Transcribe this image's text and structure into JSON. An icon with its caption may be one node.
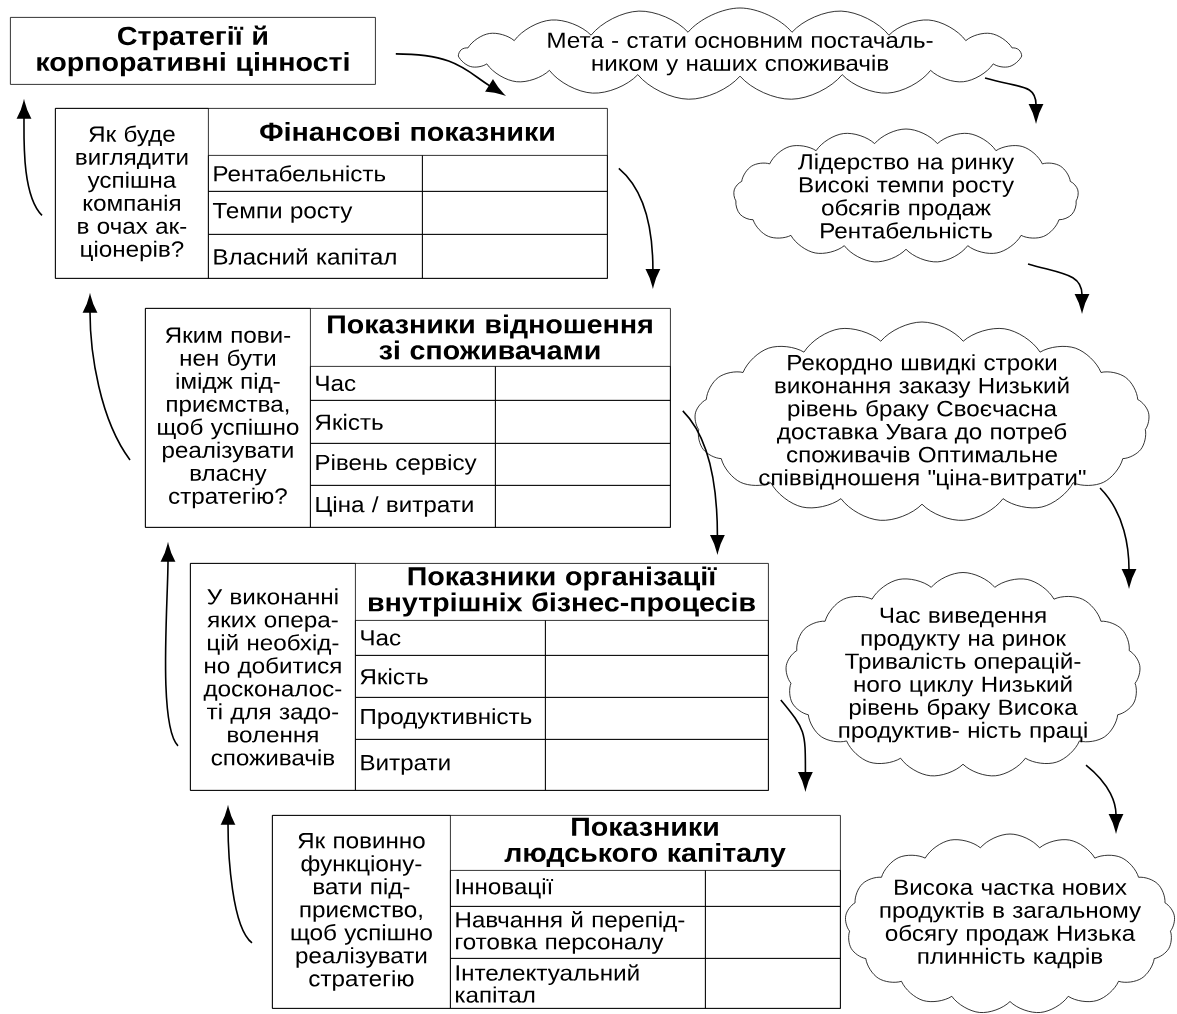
{
  "diagram": {
    "nodes": [
      {
        "text": [
          "Стратегії й корпоративні цінності"
        ]
      },
      {
        "text": [
          "Мета - стати основним постачаль- ником у наших споживачів"
        ]
      },
      {
        "text": [
          "Лідерство на ринку Високі темпи росту обсягів продаж Рентабельність"
        ]
      },
      {
        "text": [
          "Рекордно швидкі строки виконання заказу Низький рівень браку Своєчасна доставка Увага до потреб споживачів Оптимальне співвідношеня \"ціна-витрати\""
        ]
      },
      {
        "text": [
          "Час виведення продукту на ринок Тривалість операцій- ного циклу Низький рівень браку Висока продуктив- ність праці"
        ]
      },
      {
        "text": [
          "Висока частка нових продуктів в загальному обсягу продаж Низька плинність кадрів"
        ]
      },
      {
        "text": [
          "Фінансові показники"
        ]
      },
      {
        "text": [
          "Як буде виглядити успішна компанія в очах ак- ціонерів?"
        ],
        "in": 6
      },
      {
        "text": [
          "Рентабельність"
        ],
        "in": 6
      },
      {
        "text": [],
        "shape": "box",
        "in": 6
      },
      {
        "text": [
          "Темпи росту"
        ],
        "in": 6
      },
      {
        "text": [],
        "shape": "box",
        "in": 6
      },
      {
        "text": [
          "Власний капітал"
        ],
        "in": 6
      },
      {
        "text": [],
        "shape": "box",
        "in": 6
      },
      {
        "text": [
          "Показники відношення зі споживачами"
        ]
      },
      {
        "text": [
          "Яким пови- нен бути імідж під- приємства, щоб успішно реалізувати власну стратегію?"
        ],
        "in": 14
      },
      {
        "text": [
          "Час"
        ],
        "in": 14
      },
      {
        "text": [],
        "shape": "box",
        "in": 14
      },
      {
        "text": [
          "Якість"
        ],
        "in": 14
      },
      {
        "text": [],
        "shape": "box",
        "in": 14
      },
      {
        "text": [
          "Рівень сервісу"
        ],
        "in": 14
      },
      {
        "text": [],
        "shape": "box",
        "in": 14
      },
      {
        "text": [
          "Ціна / витрати"
        ],
        "in": 14
      },
      {
        "text": [],
        "shape": "box",
        "in": 14
      },
      {
        "text": [
          "Показники організації внутрішніх бізнес-процесів"
        ]
      },
      {
        "text": [
          "У виконанні яких опера- цій необхід- но добитися досконалос- ті для задо- волення споживачів"
        ],
        "in": 24
      },
      {
        "text": [
          "Час"
        ],
        "in": 24
      },
      {
        "text": [],
        "shape": "box",
        "in": 24
      },
      {
        "text": [
          "Якість"
        ],
        "in": 24
      },
      {
        "text": [],
        "shape": "box",
        "in": 24
      },
      {
        "text": [
          "Продуктивність"
        ],
        "in": 24
      },
      {
        "text": [],
        "shape": "box",
        "in": 24
      },
      {
        "text": [
          "Витрати"
        ],
        "in": 24
      },
      {
        "text": [],
        "shape": "box",
        "in": 24
      },
      {
        "text": [
          "Показники людського капіталу"
        ]
      },
      {
        "text": [
          "Як повинно функціону- вати під- приємство, щоб успішно реалізувати стратегію"
        ],
        "in": 34
      },
      {
        "text": [
          "Інновації"
        ],
        "in": 34
      },
      {
        "text": [],
        "shape": "box",
        "in": 34
      },
      {
        "text": [
          "Навчання й перепід- готовка персоналу"
        ],
        "in": 34
      },
      {
        "text": [],
        "shape": "box",
        "in": 34
      },
      {
        "text": [
          "Інтелектуальний капітал"
        ],
        "in": 34
      },
      {
        "text": [],
        "shape": "box",
        "in": 34
      }
    ],
    "edges": [
      {
        "from": 0,
        "to": 1,
        "arrow": "to"
      },
      {
        "from": 1,
        "to": 2,
        "arrow": "to"
      },
      {
        "from": 2,
        "to": 3,
        "arrow": "to"
      },
      {
        "from": 3,
        "to": 4,
        "arrow": "to"
      },
      {
        "from": 4,
        "to": 5,
        "arrow": "to"
      },
      {
        "from": 6,
        "to": 14,
        "arrow": "to"
      },
      {
        "from": 14,
        "to": 24,
        "arrow": "to"
      },
      {
        "from": 24,
        "to": 34,
        "arrow": "to"
      },
      {
        "from": 6,
        "to": 0,
        "arrow": "to"
      },
      {
        "from": 14,
        "to": 6,
        "arrow": "to"
      },
      {
        "from": 24,
        "to": 14,
        "arrow": "to"
      },
      {
        "from": 34,
        "to": 24,
        "arrow": "to"
      }
    ]
  }
}
